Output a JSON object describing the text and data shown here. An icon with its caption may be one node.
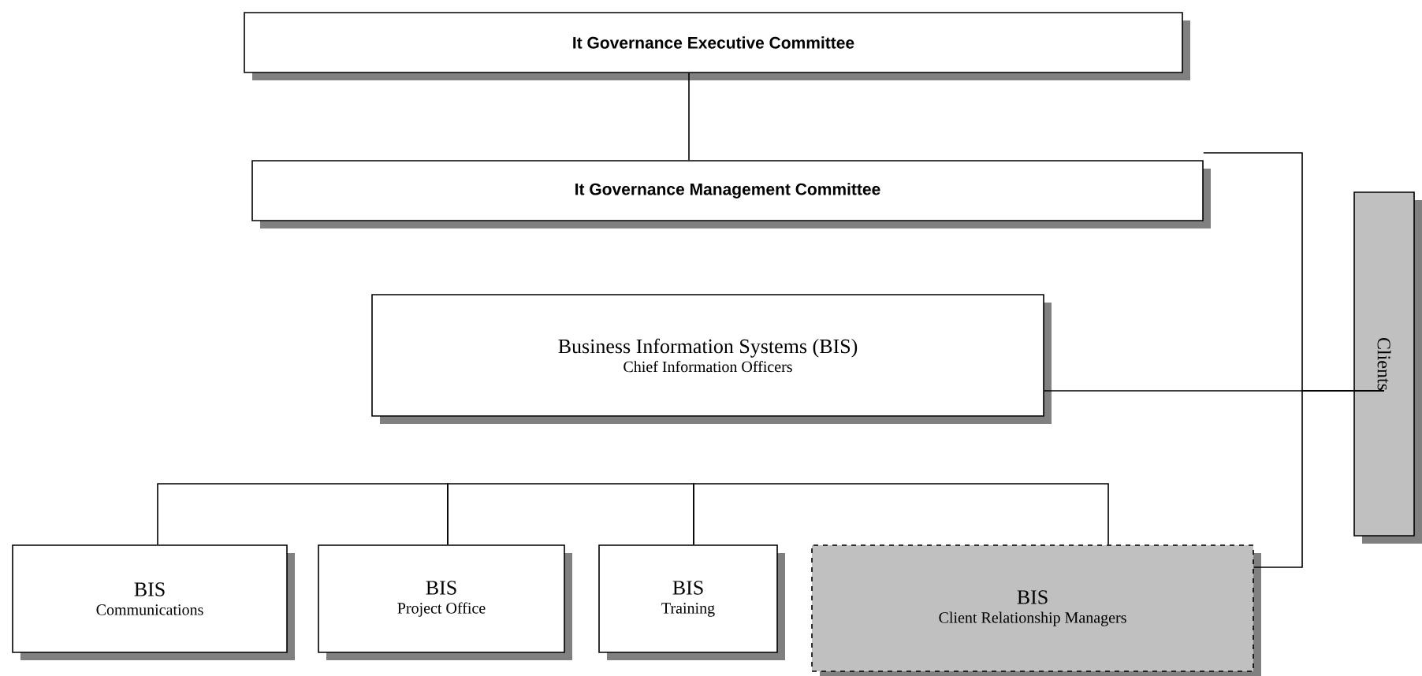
{
  "diagram": {
    "nodes": [
      {
        "text": [
          "It Governance Executive Committee"
        ]
      },
      {
        "text": [
          "It Governance Management Committee"
        ]
      },
      {
        "text": [
          "Business Information Systems (BIS)",
          "Chief Information Officers"
        ]
      },
      {
        "text": [
          "BIS",
          "Communications"
        ]
      },
      {
        "text": [
          "BIS",
          "Project Office"
        ]
      },
      {
        "text": [
          "BIS",
          "Training"
        ]
      },
      {
        "text": [
          "BIS",
          "Client Relationship Managers"
        ]
      },
      {
        "text": [
          "Clients"
        ]
      }
    ],
    "edges": [
      {
        "from": 0,
        "to": 1,
        "arrow": "none"
      },
      {
        "from": 3,
        "to": 4,
        "arrow": "none"
      },
      {
        "from": 4,
        "to": 5,
        "arrow": "none"
      },
      {
        "from": 5,
        "to": 6,
        "arrow": "none"
      },
      {
        "from": 1,
        "to": 7,
        "arrow": "none"
      },
      {
        "from": 2,
        "to": 7,
        "arrow": "none"
      },
      {
        "from": 6,
        "to": 7,
        "arrow": "none"
      }
    ]
  }
}
